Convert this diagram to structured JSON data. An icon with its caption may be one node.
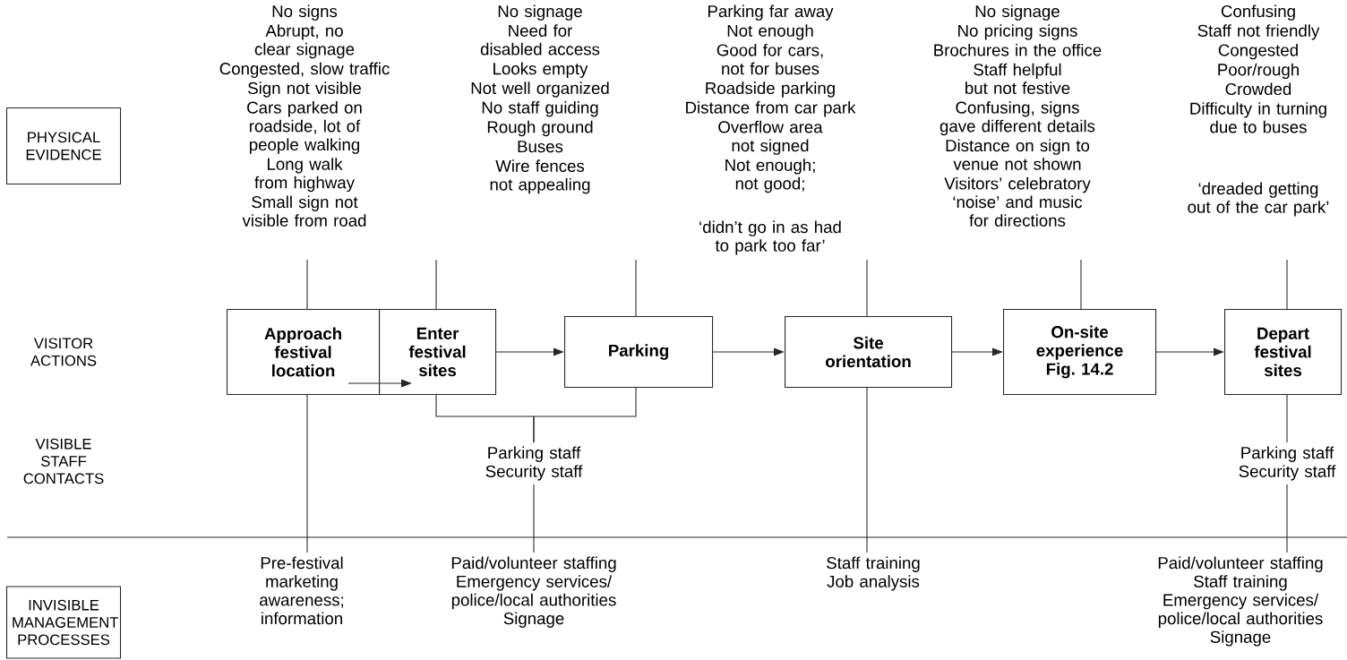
{
  "diagram": {
    "nodes": [
      {
        "text": [
          "PHYSICAL EVIDENCE"
        ]
      },
      {
        "text": [
          "VISITOR ACTIONS"
        ]
      },
      {
        "text": [
          "VISIBLE STAFF CONTACTS"
        ]
      },
      {
        "text": [
          "INVISIBLE MANAGEMENT PROCESSES"
        ]
      },
      {
        "text": [
          "Approach festival location"
        ]
      },
      {
        "text": [
          "Enter festival sites"
        ]
      },
      {
        "text": [
          "Parking"
        ]
      },
      {
        "text": [
          "Site orientation"
        ]
      },
      {
        "text": [
          "On-site experience Fig. 14.2"
        ]
      },
      {
        "text": [
          "Depart festival sites"
        ]
      },
      {
        "text": [
          "Parking staff",
          "Security staff"
        ]
      },
      {
        "text": [
          "Parking staff",
          "Security staff"
        ]
      },
      {
        "text": [
          "Pre-festival marketing awareness; information"
        ]
      },
      {
        "text": [
          "Paid/volunteer staffing",
          "Emergency services/police/local authorities",
          "Signage"
        ]
      },
      {
        "text": [
          "Staff training",
          "Job analysis"
        ]
      },
      {
        "text": [
          "Paid/volunteer staffing",
          "Staff training",
          "Emergency services/police/local authorities",
          "Signage"
        ]
      }
    ],
    "edges": [
      {
        "from": 4,
        "to": 5,
        "arrow": "to"
      },
      {
        "from": 5,
        "to": 6,
        "arrow": "to"
      },
      {
        "from": 6,
        "to": 7,
        "arrow": "to"
      },
      {
        "from": 7,
        "to": 8,
        "arrow": "to"
      },
      {
        "from": 8,
        "to": 9,
        "arrow": "to"
      },
      {
        "from": 5,
        "to": 10,
        "arrow": "none"
      },
      {
        "from": 6,
        "to": 10,
        "arrow": "none"
      },
      {
        "from": 10,
        "to": 13,
        "arrow": "none"
      },
      {
        "from": 4,
        "to": 12,
        "arrow": "none"
      },
      {
        "from": 7,
        "to": 14,
        "arrow": "none"
      },
      {
        "from": 9,
        "to": 11,
        "arrow": "none"
      },
      {
        "from": 11,
        "to": 15,
        "arrow": "none"
      },
      {
        "from": 4,
        "to": null,
        "arrow": "none"
      },
      {
        "from": 5,
        "to": null,
        "arrow": "none"
      },
      {
        "from": 6,
        "to": null,
        "arrow": "none"
      },
      {
        "from": 7,
        "to": null,
        "arrow": "none"
      },
      {
        "from": 8,
        "to": null,
        "arrow": "none"
      },
      {
        "from": 9,
        "to": null,
        "arrow": "none"
      }
    ],
    "labels": [
      "No signs",
      "Abrupt, no clear signage",
      "Congested, slow traffic",
      "Sign not visible",
      "Cars parked on roadside, lot of people walking",
      "Long walk from highway",
      "Small sign not visible from road",
      "No signage",
      "Need for disabled access",
      "Looks empty",
      "Not well organized",
      "No staff guiding",
      "Rough ground",
      "Buses",
      "Wire fences not appealing",
      "Parking far away",
      "Not enough",
      "Good for cars, not for buses",
      "Roadside parking",
      "Distance from car park",
      "Overflow area not signed",
      "Not enough; not good;",
      "‘didn’t go in as had to park too far’",
      "No signage",
      "No pricing signs",
      "Brochures in the office",
      "Staff helpful but not festive",
      "Confusing, signs gave different details",
      "Distance on sign to venue not shown",
      "Visitors’ celebratory ‘noise’ and music for directions",
      "Confusing",
      "Staff not friendly",
      "Congested",
      "Poor/rough",
      "Crowded",
      "Difficulty in turning due to buses",
      "‘dreaded getting out of the car park’"
    ]
  }
}
